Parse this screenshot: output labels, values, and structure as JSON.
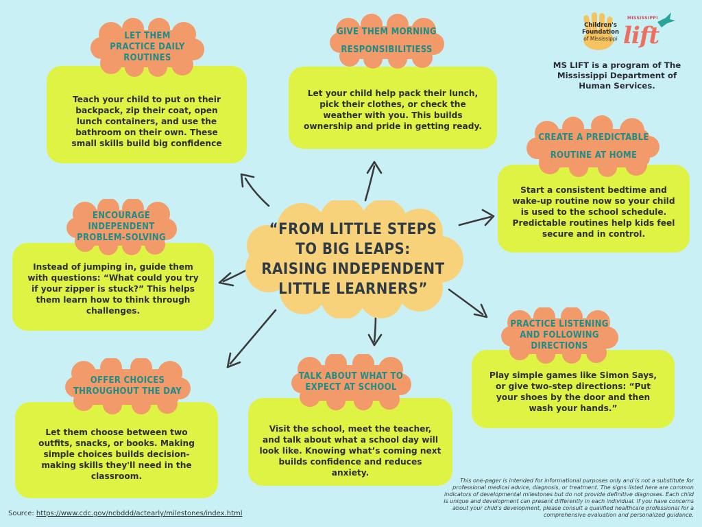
{
  "title": "“From little steps to big leaps: Raising independent little learners”",
  "title_lines": [
    "“From little steps",
    "to big leaps:",
    "Raising independent",
    "little learners”"
  ],
  "logos": {
    "cf_line1": "Children's",
    "cf_line2": "Foundation",
    "cf_line3": "of Mississippi",
    "lift_small": "MISSISSIPPI",
    "lift_word": "lift"
  },
  "program_note": "MS LIFT is a program of The Mississippi Department of Human Services.",
  "tips": [
    {
      "id": "daily-routines",
      "title_lines": [
        "Let them",
        "practice daily",
        "routines"
      ],
      "body": "Teach your child to put on their backpack, zip their coat, open lunch containers, and use the bathroom on their own. These small skills build big confidence"
    },
    {
      "id": "morning-responsibilities",
      "title_lines": [
        "Give them morning",
        "responsibilitiess"
      ],
      "body": "Let your child help pack their lunch, pick their clothes, or check the weather with you. This builds ownership and pride in getting ready."
    },
    {
      "id": "predictable-routine",
      "title_lines": [
        "Create a predictable",
        "routine at home"
      ],
      "body": "Start a consistent bedtime and wake-up routine now so your child is used to the school schedule. Predictable routines help kids feel secure and in control."
    },
    {
      "id": "problem-solving",
      "title_lines": [
        "Encourage",
        "independent",
        "problem-solving"
      ],
      "body": "Instead of jumping in, guide them with questions: “What could you try if your zipper is stuck?” This helps them learn how to think through challenges."
    },
    {
      "id": "listening-directions",
      "title_lines": [
        "Practice listening",
        "and following",
        "directions"
      ],
      "body": "Play simple games like Simon Says, or give two-step directions: “Put your shoes by the door and then wash your hands.”"
    },
    {
      "id": "offer-choices",
      "title_lines": [
        "Offer choices",
        "throughout the day"
      ],
      "body": "Let them choose between two outfits, snacks, or books. Making simple choices builds decision-making skills they'll need in the classroom."
    },
    {
      "id": "expect-at-school",
      "title_lines": [
        "Talk about what to",
        "expect at school"
      ],
      "body": "Visit the school, meet the teacher, and talk about what a school day will look like. Knowing what’s coming next builds confidence and reduces anxiety."
    }
  ],
  "disclaimer": "This one-pager is intended for informational purposes only and is not a substitute for professional medical advice, diagnosis, or treatment. The signs listed here are common indicators of developmental milestones but do not provide definitive diagnoses. Each child is unique and development can present differently in each individual. If you have concerns about your child's development, please consult a qualified healthcare professional for a comprehensive evaluation and personalized guidance.",
  "source": {
    "label": "Source:",
    "url": "https://www.cdc.gov/ncbddd/actearly/milestones/index.html"
  },
  "colors": {
    "background": "#c9f1f5",
    "card": "#dff345",
    "cloud": "#f39a6b",
    "center_cloud": "#f7d27a",
    "title_teal": "#1e8d86"
  }
}
